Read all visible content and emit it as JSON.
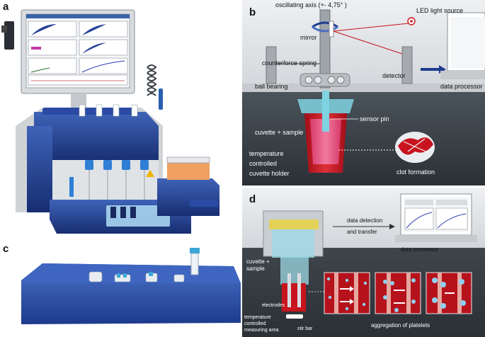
{
  "panels": {
    "a": {
      "label": "a"
    },
    "b": {
      "label": "b",
      "oscillating_axis": "oscillating axis (+- 4,75° )",
      "led": "LED light source",
      "mirror": "mirror",
      "counterforce_spring": "counterforce spring",
      "detector": "detector",
      "ball_bearing": "ball bearing",
      "data_processor": "data processor",
      "sensor_pin": "sensor pin",
      "cuvette_sample": "cuvette + sample",
      "temperature": "temperature",
      "controlled": "controlled",
      "cuvette_holder": "cuvette holder",
      "clot_formation": "clot formation"
    },
    "c": {
      "label": "c"
    },
    "d": {
      "label": "d",
      "data_detection": "data detection",
      "and_transfer": "and transfer",
      "data_processor": "data processor",
      "cuvette_sample_1": "cuvette +",
      "cuvette_sample_2": "sample",
      "electrodes": "electrodes",
      "temp_1": "temperature",
      "temp_2": "controlled",
      "temp_3": "measuring area",
      "stir_bar": "stir bar",
      "aggregation": "aggregation of platelets"
    }
  },
  "colors": {
    "device_blue": "#1f3d8f",
    "dark_panel": "#3a4147",
    "red_sample": "#c8141e",
    "cyan_cuvette": "#7fd3e0"
  }
}
